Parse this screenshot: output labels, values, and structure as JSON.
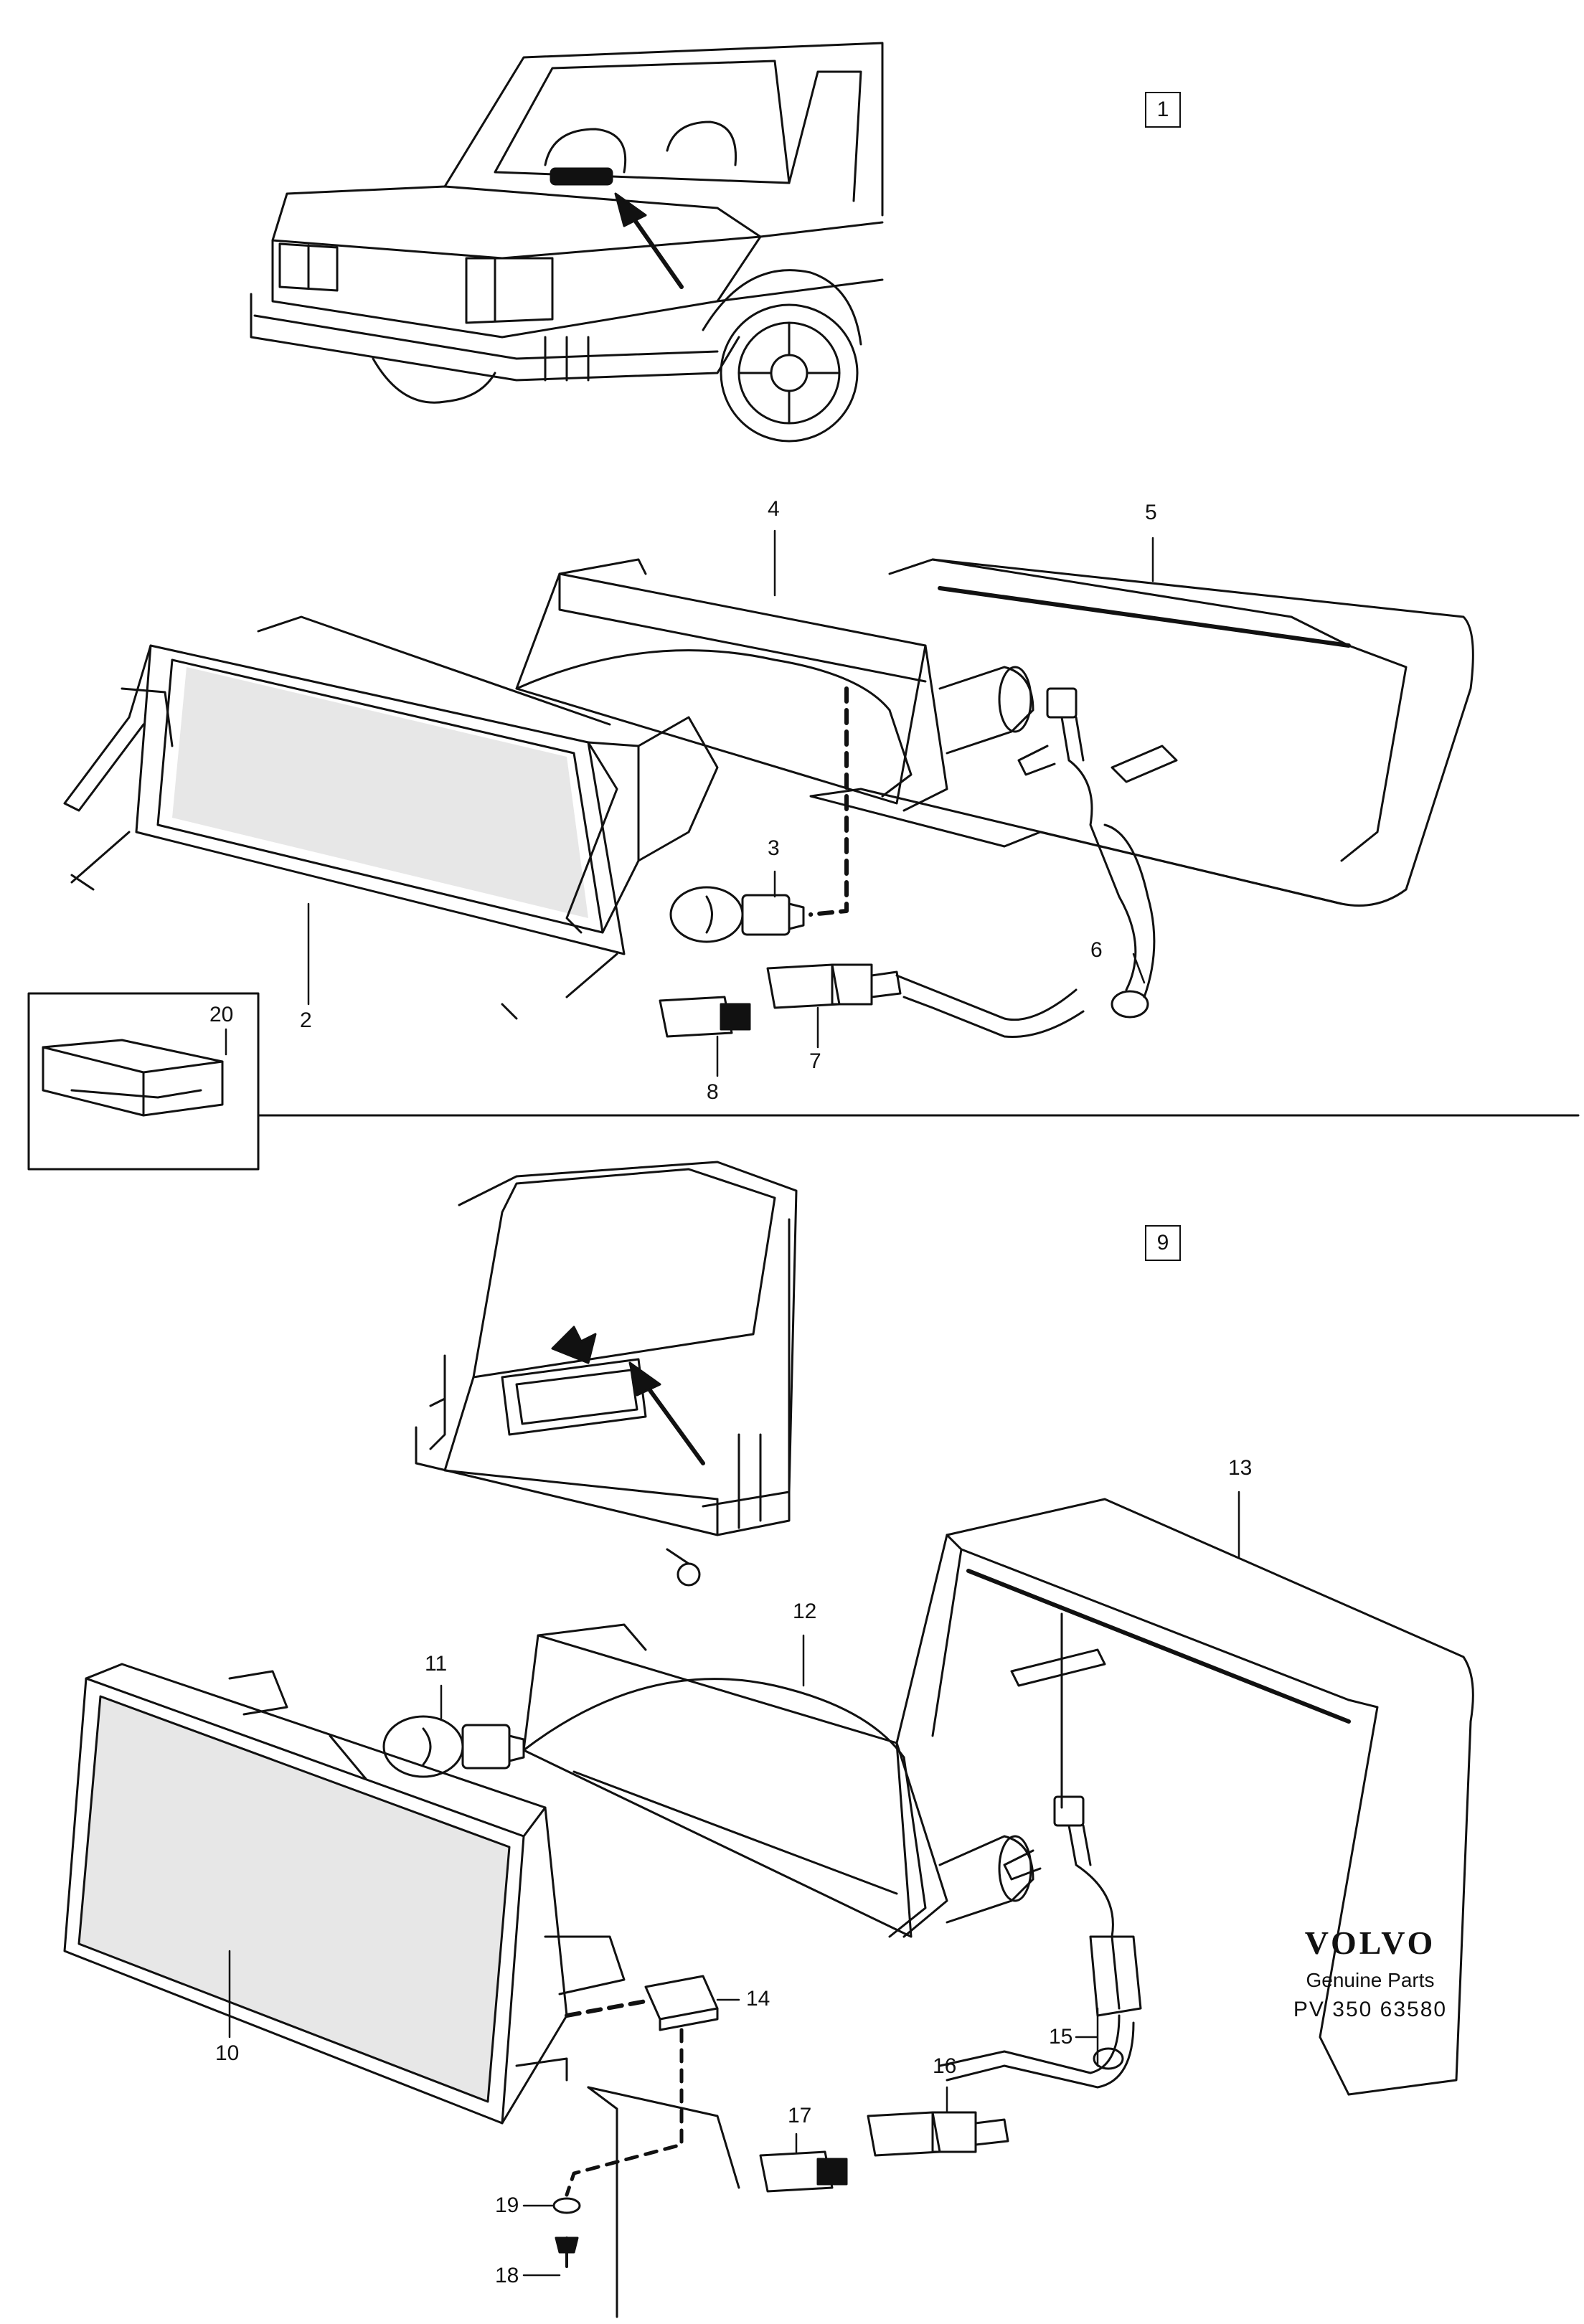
{
  "sections": [
    {
      "id": "1",
      "label": "1"
    },
    {
      "id": "9",
      "label": "9"
    }
  ],
  "callouts": {
    "c2": "2",
    "c3": "3",
    "c4": "4",
    "c5": "5",
    "c6": "6",
    "c7": "7",
    "c8": "8",
    "c10": "10",
    "c11": "11",
    "c12": "12",
    "c13": "13",
    "c14": "14",
    "c15": "15",
    "c16": "16",
    "c17": "17",
    "c18": "18",
    "c19": "19",
    "c20": "20"
  },
  "brand": {
    "logo": "VOLVO",
    "subtitle": "Genuine Parts",
    "part_ref": "PV  350  63580"
  }
}
